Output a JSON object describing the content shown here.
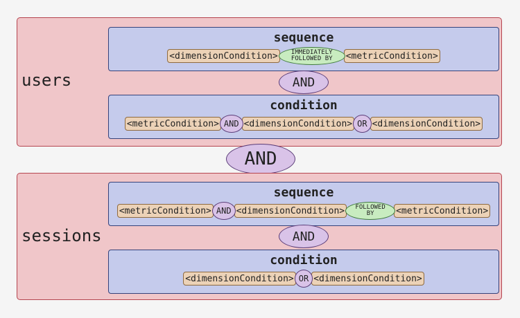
{
  "and_operator": "AND",
  "users": {
    "label": "users",
    "sequence": {
      "title": "sequence",
      "items": [
        "<dimensionCondition>",
        "IMMEDIATELY FOLLOWED BY",
        "<metricCondition>"
      ]
    },
    "joiner": "AND",
    "condition": {
      "title": "condition",
      "items": [
        "<metricCondition>",
        "AND",
        "<dimensionCondition>",
        "OR",
        "<dimensionCondition>"
      ]
    }
  },
  "sessions": {
    "label": "sessions",
    "sequence": {
      "title": "sequence",
      "items": [
        "<metricCondition>",
        "AND",
        "<dimensionCondition>",
        "FOLLOWED BY",
        "<metricCondition>"
      ]
    },
    "joiner": "AND",
    "condition": {
      "title": "condition",
      "items": [
        "<dimensionCondition>",
        "OR",
        "<dimensionCondition>"
      ]
    }
  },
  "colors": {
    "scope_fill": "#f0c6c9",
    "block_fill": "#c5cbec",
    "condition_fill": "#ecd2b7",
    "and_or_fill": "#d9c3e8",
    "followed_by_fill": "#c8ecc0"
  }
}
